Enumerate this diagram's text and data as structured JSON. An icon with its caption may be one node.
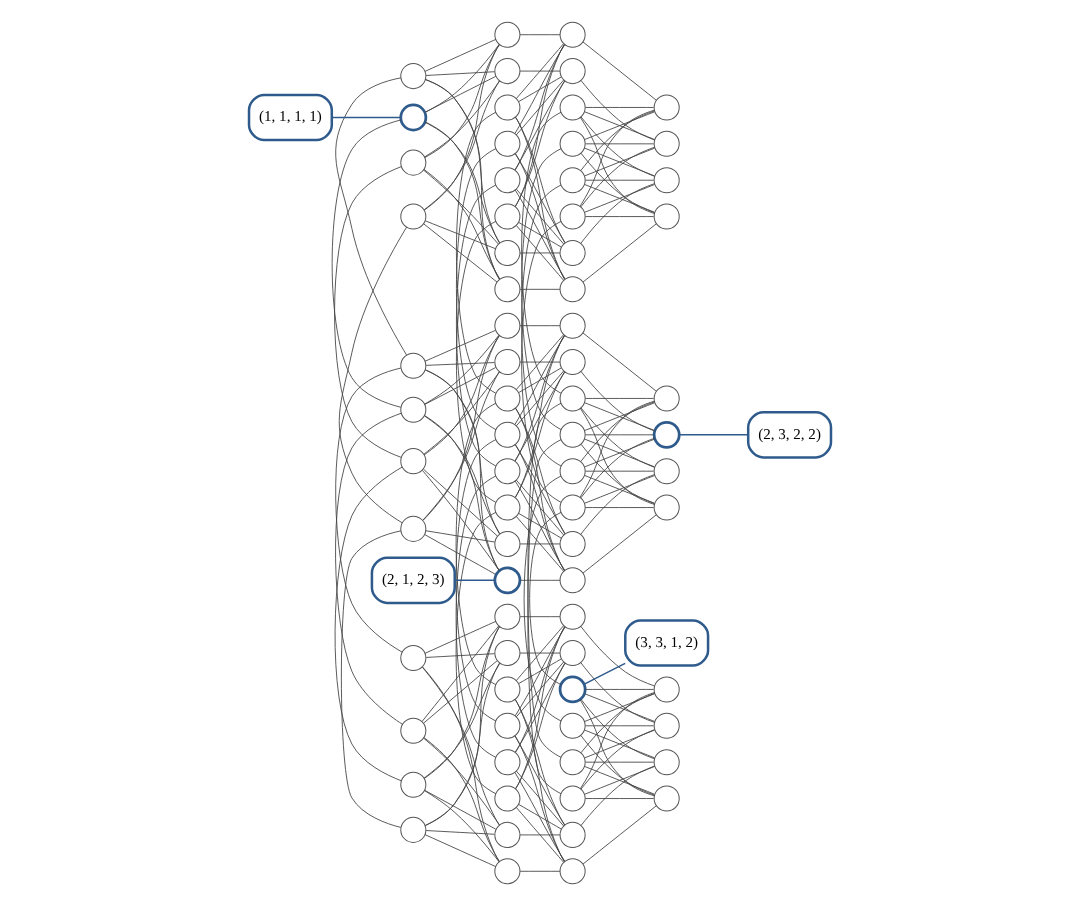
{
  "diagram": {
    "nodes": [
      {
        "text": [],
        "shape": "circle"
      },
      {
        "text": [],
        "shape": "circle"
      },
      {
        "text": [],
        "shape": "circle"
      },
      {
        "text": [],
        "shape": "circle"
      },
      {
        "text": [],
        "shape": "circle"
      },
      {
        "text": [],
        "shape": "circle"
      },
      {
        "text": [],
        "shape": "circle"
      },
      {
        "text": [],
        "shape": "circle"
      },
      {
        "text": [],
        "shape": "circle"
      },
      {
        "text": [],
        "shape": "circle"
      },
      {
        "text": [],
        "shape": "circle"
      },
      {
        "text": [],
        "shape": "circle"
      },
      {
        "text": [],
        "shape": "circle"
      },
      {
        "text": [],
        "shape": "circle"
      },
      {
        "text": [],
        "shape": "circle"
      },
      {
        "text": [],
        "shape": "circle"
      },
      {
        "text": [],
        "shape": "circle"
      },
      {
        "text": [],
        "shape": "circle"
      },
      {
        "text": [],
        "shape": "circle"
      },
      {
        "text": [],
        "shape": "circle"
      },
      {
        "text": [],
        "shape": "circle"
      },
      {
        "text": [],
        "shape": "circle"
      },
      {
        "text": [],
        "shape": "circle"
      },
      {
        "text": [],
        "shape": "circle"
      },
      {
        "text": [],
        "shape": "circle"
      },
      {
        "text": [],
        "shape": "circle"
      },
      {
        "text": [],
        "shape": "circle"
      },
      {
        "text": [],
        "shape": "circle"
      },
      {
        "text": [],
        "shape": "circle"
      },
      {
        "text": [],
        "shape": "circle"
      },
      {
        "text": [],
        "shape": "circle"
      },
      {
        "text": [],
        "shape": "circle"
      },
      {
        "text": [],
        "shape": "circle"
      },
      {
        "text": [],
        "shape": "circle"
      },
      {
        "text": [],
        "shape": "circle"
      },
      {
        "text": [],
        "shape": "circle"
      },
      {
        "text": [],
        "shape": "circle"
      },
      {
        "text": [],
        "shape": "circle"
      },
      {
        "text": [],
        "shape": "circle"
      },
      {
        "text": [],
        "shape": "circle"
      },
      {
        "text": [],
        "shape": "circle"
      },
      {
        "text": [],
        "shape": "circle"
      },
      {
        "text": [],
        "shape": "circle"
      },
      {
        "text": [],
        "shape": "circle"
      },
      {
        "text": [],
        "shape": "circle"
      },
      {
        "text": [],
        "shape": "circle"
      },
      {
        "text": [],
        "shape": "circle"
      },
      {
        "text": [],
        "shape": "circle"
      },
      {
        "text": [],
        "shape": "circle"
      },
      {
        "text": [],
        "shape": "circle"
      },
      {
        "text": [],
        "shape": "circle"
      },
      {
        "text": [],
        "shape": "circle"
      },
      {
        "text": [],
        "shape": "circle"
      },
      {
        "text": [],
        "shape": "circle"
      },
      {
        "text": [],
        "shape": "circle"
      },
      {
        "text": [],
        "shape": "circle"
      },
      {
        "text": [],
        "shape": "circle"
      },
      {
        "text": [],
        "shape": "circle"
      },
      {
        "text": [],
        "shape": "circle"
      },
      {
        "text": [],
        "shape": "circle"
      },
      {
        "text": [],
        "shape": "circle"
      },
      {
        "text": [],
        "shape": "circle"
      },
      {
        "text": [],
        "shape": "circle"
      },
      {
        "text": [],
        "shape": "circle"
      },
      {
        "text": [],
        "shape": "circle"
      },
      {
        "text": [],
        "shape": "circle"
      },
      {
        "text": [],
        "shape": "circle"
      },
      {
        "text": [],
        "shape": "circle"
      },
      {
        "text": [],
        "shape": "circle"
      },
      {
        "text": [],
        "shape": "circle"
      },
      {
        "text": [],
        "shape": "circle"
      },
      {
        "text": [],
        "shape": "circle"
      },
      {
        "text": [
          "(1, 1, 1, 1)"
        ]
      },
      {
        "text": [
          "(2, 3, 2, 2)"
        ]
      },
      {
        "text": [
          "(2, 1, 2, 3)"
        ]
      },
      {
        "text": [
          "(3, 3, 1, 2)"
        ]
      }
    ],
    "edges": [
      {
        "from": 0,
        "to": 4,
        "arrow": "none"
      },
      {
        "from": 0,
        "to": 5,
        "arrow": "none"
      },
      {
        "from": 0,
        "to": 6,
        "arrow": "none"
      },
      {
        "from": 0,
        "to": 7,
        "arrow": "none"
      },
      {
        "from": 1,
        "to": 4,
        "arrow": "none"
      },
      {
        "from": 1,
        "to": 5,
        "arrow": "none"
      },
      {
        "from": 1,
        "to": 6,
        "arrow": "none"
      },
      {
        "from": 1,
        "to": 7,
        "arrow": "none"
      },
      {
        "from": 2,
        "to": 4,
        "arrow": "none"
      },
      {
        "from": 2,
        "to": 5,
        "arrow": "none"
      },
      {
        "from": 2,
        "to": 6,
        "arrow": "none"
      },
      {
        "from": 2,
        "to": 7,
        "arrow": "none"
      },
      {
        "from": 3,
        "to": 4,
        "arrow": "none"
      },
      {
        "from": 3,
        "to": 5,
        "arrow": "none"
      },
      {
        "from": 3,
        "to": 6,
        "arrow": "none"
      },
      {
        "from": 3,
        "to": 7,
        "arrow": "none"
      },
      {
        "from": 8,
        "to": 12,
        "arrow": "none"
      },
      {
        "from": 8,
        "to": 13,
        "arrow": "none"
      },
      {
        "from": 8,
        "to": 14,
        "arrow": "none"
      },
      {
        "from": 8,
        "to": 15,
        "arrow": "none"
      },
      {
        "from": 9,
        "to": 12,
        "arrow": "none"
      },
      {
        "from": 9,
        "to": 13,
        "arrow": "none"
      },
      {
        "from": 9,
        "to": 14,
        "arrow": "none"
      },
      {
        "from": 9,
        "to": 15,
        "arrow": "none"
      },
      {
        "from": 10,
        "to": 12,
        "arrow": "none"
      },
      {
        "from": 10,
        "to": 13,
        "arrow": "none"
      },
      {
        "from": 10,
        "to": 14,
        "arrow": "none"
      },
      {
        "from": 10,
        "to": 15,
        "arrow": "none"
      },
      {
        "from": 11,
        "to": 12,
        "arrow": "none"
      },
      {
        "from": 11,
        "to": 13,
        "arrow": "none"
      },
      {
        "from": 11,
        "to": 14,
        "arrow": "none"
      },
      {
        "from": 11,
        "to": 15,
        "arrow": "none"
      },
      {
        "from": 16,
        "to": 20,
        "arrow": "none"
      },
      {
        "from": 16,
        "to": 21,
        "arrow": "none"
      },
      {
        "from": 16,
        "to": 22,
        "arrow": "none"
      },
      {
        "from": 16,
        "to": 23,
        "arrow": "none"
      },
      {
        "from": 17,
        "to": 20,
        "arrow": "none"
      },
      {
        "from": 17,
        "to": 21,
        "arrow": "none"
      },
      {
        "from": 17,
        "to": 22,
        "arrow": "none"
      },
      {
        "from": 17,
        "to": 23,
        "arrow": "none"
      },
      {
        "from": 18,
        "to": 20,
        "arrow": "none"
      },
      {
        "from": 18,
        "to": 21,
        "arrow": "none"
      },
      {
        "from": 18,
        "to": 22,
        "arrow": "none"
      },
      {
        "from": 18,
        "to": 23,
        "arrow": "none"
      },
      {
        "from": 19,
        "to": 20,
        "arrow": "none"
      },
      {
        "from": 19,
        "to": 21,
        "arrow": "none"
      },
      {
        "from": 19,
        "to": 22,
        "arrow": "none"
      },
      {
        "from": 19,
        "to": 23,
        "arrow": "none"
      },
      {
        "from": 24,
        "to": 28,
        "arrow": "none"
      },
      {
        "from": 24,
        "to": 29,
        "arrow": "none"
      },
      {
        "from": 24,
        "to": 30,
        "arrow": "none"
      },
      {
        "from": 24,
        "to": 31,
        "arrow": "none"
      },
      {
        "from": 25,
        "to": 28,
        "arrow": "none"
      },
      {
        "from": 25,
        "to": 29,
        "arrow": "none"
      },
      {
        "from": 25,
        "to": 30,
        "arrow": "none"
      },
      {
        "from": 25,
        "to": 31,
        "arrow": "none"
      },
      {
        "from": 26,
        "to": 28,
        "arrow": "none"
      },
      {
        "from": 26,
        "to": 29,
        "arrow": "none"
      },
      {
        "from": 26,
        "to": 30,
        "arrow": "none"
      },
      {
        "from": 26,
        "to": 31,
        "arrow": "none"
      },
      {
        "from": 27,
        "to": 28,
        "arrow": "none"
      },
      {
        "from": 27,
        "to": 29,
        "arrow": "none"
      },
      {
        "from": 27,
        "to": 30,
        "arrow": "none"
      },
      {
        "from": 27,
        "to": 31,
        "arrow": "none"
      },
      {
        "from": 32,
        "to": 36,
        "arrow": "none"
      },
      {
        "from": 32,
        "to": 37,
        "arrow": "none"
      },
      {
        "from": 32,
        "to": 38,
        "arrow": "none"
      },
      {
        "from": 32,
        "to": 39,
        "arrow": "none"
      },
      {
        "from": 33,
        "to": 36,
        "arrow": "none"
      },
      {
        "from": 33,
        "to": 37,
        "arrow": "none"
      },
      {
        "from": 33,
        "to": 38,
        "arrow": "none"
      },
      {
        "from": 33,
        "to": 39,
        "arrow": "none"
      },
      {
        "from": 34,
        "to": 36,
        "arrow": "none"
      },
      {
        "from": 34,
        "to": 37,
        "arrow": "none"
      },
      {
        "from": 34,
        "to": 38,
        "arrow": "none"
      },
      {
        "from": 34,
        "to": 39,
        "arrow": "none"
      },
      {
        "from": 35,
        "to": 36,
        "arrow": "none"
      },
      {
        "from": 35,
        "to": 37,
        "arrow": "none"
      },
      {
        "from": 35,
        "to": 38,
        "arrow": "none"
      },
      {
        "from": 35,
        "to": 39,
        "arrow": "none"
      },
      {
        "from": 40,
        "to": 44,
        "arrow": "none"
      },
      {
        "from": 40,
        "to": 45,
        "arrow": "none"
      },
      {
        "from": 40,
        "to": 46,
        "arrow": "none"
      },
      {
        "from": 40,
        "to": 47,
        "arrow": "none"
      },
      {
        "from": 41,
        "to": 44,
        "arrow": "none"
      },
      {
        "from": 41,
        "to": 45,
        "arrow": "none"
      },
      {
        "from": 41,
        "to": 46,
        "arrow": "none"
      },
      {
        "from": 41,
        "to": 47,
        "arrow": "none"
      },
      {
        "from": 42,
        "to": 44,
        "arrow": "none"
      },
      {
        "from": 42,
        "to": 45,
        "arrow": "none"
      },
      {
        "from": 42,
        "to": 46,
        "arrow": "none"
      },
      {
        "from": 42,
        "to": 47,
        "arrow": "none"
      },
      {
        "from": 43,
        "to": 44,
        "arrow": "none"
      },
      {
        "from": 43,
        "to": 45,
        "arrow": "none"
      },
      {
        "from": 43,
        "to": 46,
        "arrow": "none"
      },
      {
        "from": 43,
        "to": 47,
        "arrow": "none"
      },
      {
        "from": 48,
        "to": 52,
        "arrow": "none"
      },
      {
        "from": 48,
        "to": 53,
        "arrow": "none"
      },
      {
        "from": 48,
        "to": 54,
        "arrow": "none"
      },
      {
        "from": 48,
        "to": 55,
        "arrow": "none"
      },
      {
        "from": 49,
        "to": 52,
        "arrow": "none"
      },
      {
        "from": 49,
        "to": 53,
        "arrow": "none"
      },
      {
        "from": 49,
        "to": 54,
        "arrow": "none"
      },
      {
        "from": 49,
        "to": 55,
        "arrow": "none"
      },
      {
        "from": 50,
        "to": 52,
        "arrow": "none"
      },
      {
        "from": 50,
        "to": 53,
        "arrow": "none"
      },
      {
        "from": 50,
        "to": 54,
        "arrow": "none"
      },
      {
        "from": 50,
        "to": 55,
        "arrow": "none"
      },
      {
        "from": 51,
        "to": 52,
        "arrow": "none"
      },
      {
        "from": 51,
        "to": 53,
        "arrow": "none"
      },
      {
        "from": 51,
        "to": 54,
        "arrow": "none"
      },
      {
        "from": 51,
        "to": 55,
        "arrow": "none"
      },
      {
        "from": 56,
        "to": 60,
        "arrow": "none"
      },
      {
        "from": 56,
        "to": 61,
        "arrow": "none"
      },
      {
        "from": 56,
        "to": 62,
        "arrow": "none"
      },
      {
        "from": 56,
        "to": 63,
        "arrow": "none"
      },
      {
        "from": 57,
        "to": 60,
        "arrow": "none"
      },
      {
        "from": 57,
        "to": 61,
        "arrow": "none"
      },
      {
        "from": 57,
        "to": 62,
        "arrow": "none"
      },
      {
        "from": 57,
        "to": 63,
        "arrow": "none"
      },
      {
        "from": 58,
        "to": 60,
        "arrow": "none"
      },
      {
        "from": 58,
        "to": 61,
        "arrow": "none"
      },
      {
        "from": 58,
        "to": 62,
        "arrow": "none"
      },
      {
        "from": 58,
        "to": 63,
        "arrow": "none"
      },
      {
        "from": 59,
        "to": 60,
        "arrow": "none"
      },
      {
        "from": 59,
        "to": 61,
        "arrow": "none"
      },
      {
        "from": 59,
        "to": 62,
        "arrow": "none"
      },
      {
        "from": 59,
        "to": 63,
        "arrow": "none"
      },
      {
        "from": 64,
        "to": 68,
        "arrow": "none"
      },
      {
        "from": 64,
        "to": 69,
        "arrow": "none"
      },
      {
        "from": 64,
        "to": 70,
        "arrow": "none"
      },
      {
        "from": 64,
        "to": 71,
        "arrow": "none"
      },
      {
        "from": 65,
        "to": 68,
        "arrow": "none"
      },
      {
        "from": 65,
        "to": 69,
        "arrow": "none"
      },
      {
        "from": 65,
        "to": 70,
        "arrow": "none"
      },
      {
        "from": 65,
        "to": 71,
        "arrow": "none"
      },
      {
        "from": 66,
        "to": 68,
        "arrow": "none"
      },
      {
        "from": 66,
        "to": 69,
        "arrow": "none"
      },
      {
        "from": 66,
        "to": 70,
        "arrow": "none"
      },
      {
        "from": 66,
        "to": 71,
        "arrow": "none"
      },
      {
        "from": 67,
        "to": 68,
        "arrow": "none"
      },
      {
        "from": 67,
        "to": 69,
        "arrow": "none"
      },
      {
        "from": 67,
        "to": 70,
        "arrow": "none"
      },
      {
        "from": 67,
        "to": 71,
        "arrow": "none"
      },
      {
        "from": 4,
        "to": 12,
        "arrow": "none"
      },
      {
        "from": 5,
        "to": 13,
        "arrow": "none"
      },
      {
        "from": 6,
        "to": 14,
        "arrow": "none"
      },
      {
        "from": 7,
        "to": 15,
        "arrow": "none"
      },
      {
        "from": 12,
        "to": 20,
        "arrow": "none"
      },
      {
        "from": 13,
        "to": 21,
        "arrow": "none"
      },
      {
        "from": 14,
        "to": 22,
        "arrow": "none"
      },
      {
        "from": 15,
        "to": 23,
        "arrow": "none"
      },
      {
        "from": 28,
        "to": 36,
        "arrow": "none"
      },
      {
        "from": 29,
        "to": 37,
        "arrow": "none"
      },
      {
        "from": 30,
        "to": 38,
        "arrow": "none"
      },
      {
        "from": 31,
        "to": 39,
        "arrow": "none"
      },
      {
        "from": 36,
        "to": 44,
        "arrow": "none"
      },
      {
        "from": 37,
        "to": 45,
        "arrow": "none"
      },
      {
        "from": 38,
        "to": 46,
        "arrow": "none"
      },
      {
        "from": 39,
        "to": 47,
        "arrow": "none"
      },
      {
        "from": 52,
        "to": 60,
        "arrow": "none"
      },
      {
        "from": 53,
        "to": 61,
        "arrow": "none"
      },
      {
        "from": 54,
        "to": 62,
        "arrow": "none"
      },
      {
        "from": 55,
        "to": 63,
        "arrow": "none"
      },
      {
        "from": 60,
        "to": 68,
        "arrow": "none"
      },
      {
        "from": 61,
        "to": 69,
        "arrow": "none"
      },
      {
        "from": 62,
        "to": 70,
        "arrow": "none"
      },
      {
        "from": 63,
        "to": 71,
        "arrow": "none"
      },
      {
        "from": 0,
        "to": 24,
        "arrow": "none"
      },
      {
        "from": 1,
        "to": 25,
        "arrow": "none"
      },
      {
        "from": 2,
        "to": 26,
        "arrow": "none"
      },
      {
        "from": 3,
        "to": 27,
        "arrow": "none"
      },
      {
        "from": 24,
        "to": 48,
        "arrow": "none"
      },
      {
        "from": 25,
        "to": 49,
        "arrow": "none"
      },
      {
        "from": 26,
        "to": 50,
        "arrow": "none"
      },
      {
        "from": 27,
        "to": 51,
        "arrow": "none"
      },
      {
        "from": 8,
        "to": 32,
        "arrow": "none"
      },
      {
        "from": 9,
        "to": 33,
        "arrow": "none"
      },
      {
        "from": 10,
        "to": 34,
        "arrow": "none"
      },
      {
        "from": 11,
        "to": 35,
        "arrow": "none"
      },
      {
        "from": 32,
        "to": 56,
        "arrow": "none"
      },
      {
        "from": 33,
        "to": 57,
        "arrow": "none"
      },
      {
        "from": 34,
        "to": 58,
        "arrow": "none"
      },
      {
        "from": 35,
        "to": 59,
        "arrow": "none"
      },
      {
        "from": 16,
        "to": 40,
        "arrow": "none"
      },
      {
        "from": 17,
        "to": 41,
        "arrow": "none"
      },
      {
        "from": 18,
        "to": 42,
        "arrow": "none"
      },
      {
        "from": 19,
        "to": 43,
        "arrow": "none"
      },
      {
        "from": 40,
        "to": 64,
        "arrow": "none"
      },
      {
        "from": 41,
        "to": 65,
        "arrow": "none"
      },
      {
        "from": 42,
        "to": 66,
        "arrow": "none"
      },
      {
        "from": 43,
        "to": 67,
        "arrow": "none"
      },
      {
        "from": 72,
        "to": 0,
        "arrow": "none",
        "color": "#2f5b8c"
      },
      {
        "from": 45,
        "to": 73,
        "arrow": "none",
        "color": "#2f5b8c"
      },
      {
        "from": 74,
        "to": 30,
        "arrow": "none",
        "color": "#2f5b8c"
      },
      {
        "from": 65,
        "to": 75,
        "arrow": "none",
        "color": "#2f5b8c"
      }
    ]
  }
}
